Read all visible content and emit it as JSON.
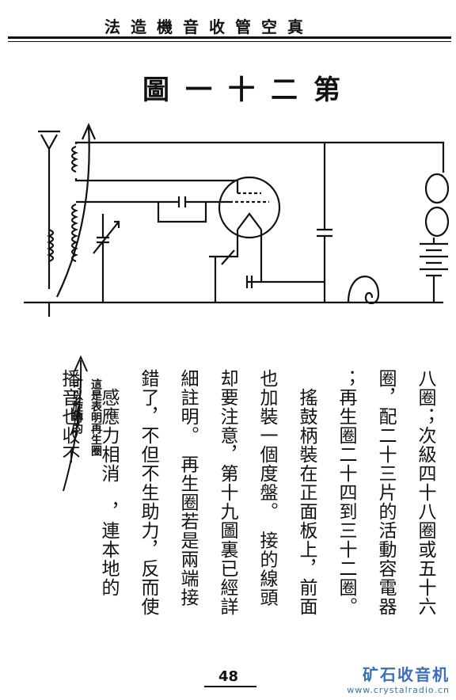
{
  "header": {
    "title": "真空管收音機造法"
  },
  "figure": {
    "title": "第二十一圖"
  },
  "annotation": {
    "lines": [
      "這是表明再生圈",
      "可以旋轉的"
    ]
  },
  "body": {
    "columns": [
      "八圈；次級四十八圈或五十六",
      "圈，配二十三片的活動容電器",
      "；再生圈二十四到三十二圈。",
      "　搖鼓柄裝在正面板上，前面",
      "也加裝一個度盤。　接的線頭",
      "却要注意，第十九圖裏已經詳",
      "細註明。　再生圈若是兩端接",
      "錯了，不但不生助力，反而使",
      "　感應力相消　，連本地的",
      "播音也收不"
    ]
  },
  "footer": {
    "page_number": "48"
  },
  "watermark": {
    "brand": "矿石收音机",
    "url": "www.crystalradio.cn"
  },
  "colors": {
    "ink": "#111111",
    "watermark": "#3b6fb6"
  }
}
